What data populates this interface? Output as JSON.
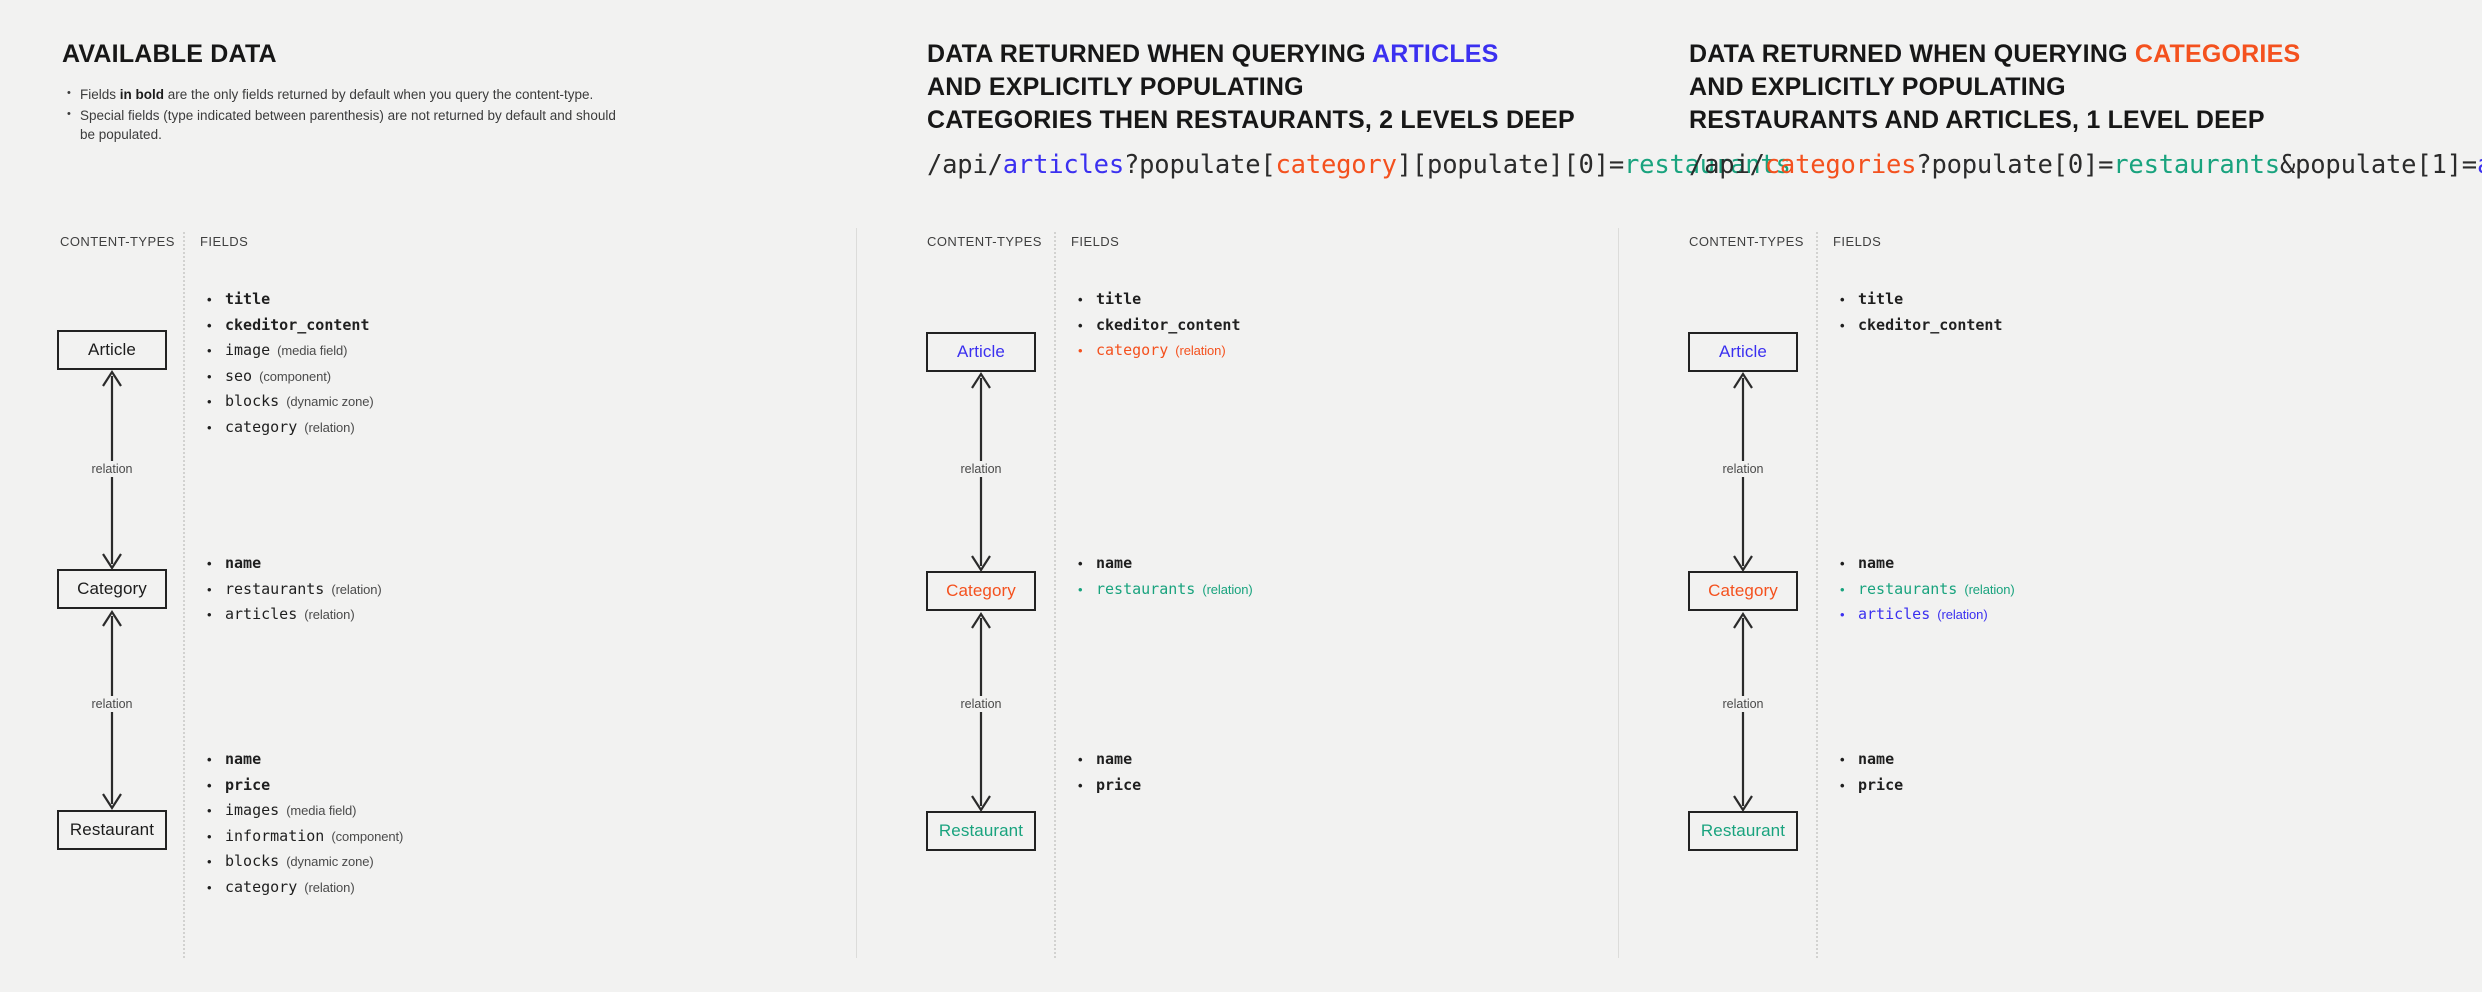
{
  "panels": [
    {
      "heading_lines": [
        "AVAILABLE DATA"
      ],
      "heading_accent": "",
      "notes": [
        {
          "pre": "Fields ",
          "bold": "in bold",
          "post": " are the only fields returned by default when you query the content-type."
        },
        {
          "pre": "Special fields (type indicated between parenthesis) are not returned by default and should be populated.",
          "bold": "",
          "post": ""
        }
      ],
      "col_label_types": "CONTENT-TYPES",
      "col_label_fields": "FIELDS",
      "relation_label_1": "relation",
      "relation_label_2": "relation",
      "boxes": [
        {
          "label": "Article",
          "color": "black"
        },
        {
          "label": "Category",
          "color": "black"
        },
        {
          "label": "Restaurant",
          "color": "black"
        }
      ],
      "field_groups": [
        [
          {
            "name": "title",
            "ann": "",
            "bold": true,
            "color": ""
          },
          {
            "name": "ckeditor_content",
            "ann": "",
            "bold": true,
            "color": ""
          },
          {
            "name": "image",
            "ann": "(media field)",
            "bold": false,
            "color": ""
          },
          {
            "name": "seo",
            "ann": "(component)",
            "bold": false,
            "color": ""
          },
          {
            "name": "blocks",
            "ann": "(dynamic zone)",
            "bold": false,
            "color": ""
          },
          {
            "name": "category",
            "ann": "(relation)",
            "bold": false,
            "color": ""
          }
        ],
        [
          {
            "name": "name",
            "ann": "",
            "bold": true,
            "color": ""
          },
          {
            "name": "restaurants",
            "ann": "(relation)",
            "bold": false,
            "color": ""
          },
          {
            "name": "articles",
            "ann": "(relation)",
            "bold": false,
            "color": ""
          }
        ],
        [
          {
            "name": "name",
            "ann": "",
            "bold": true,
            "color": ""
          },
          {
            "name": "price",
            "ann": "",
            "bold": true,
            "color": ""
          },
          {
            "name": "images",
            "ann": "(media field)",
            "bold": false,
            "color": ""
          },
          {
            "name": "information",
            "ann": "(component)",
            "bold": false,
            "color": ""
          },
          {
            "name": "blocks",
            "ann": "(dynamic zone)",
            "bold": false,
            "color": ""
          },
          {
            "name": "category",
            "ann": "(relation)",
            "bold": false,
            "color": ""
          }
        ]
      ]
    },
    {
      "heading_lines": [
        "DATA RETURNED WHEN QUERYING ",
        "AND EXPLICITLY POPULATING",
        "CATEGORIES THEN RESTAURANTS, 2 LEVELS DEEP"
      ],
      "heading_accent": "ARTICLES",
      "heading_accent_color": "blue",
      "url_parts": [
        {
          "t": "/api/",
          "c": ""
        },
        {
          "t": "articles",
          "c": "blue"
        },
        {
          "t": "?populate[",
          "c": ""
        },
        {
          "t": "category",
          "c": "red"
        },
        {
          "t": "][populate][0]=",
          "c": ""
        },
        {
          "t": "restaurants",
          "c": "green"
        }
      ],
      "col_label_types": "CONTENT-TYPES",
      "col_label_fields": "FIELDS",
      "relation_label_1": "relation",
      "relation_label_2": "relation",
      "boxes": [
        {
          "label": "Article",
          "color": "blue"
        },
        {
          "label": "Category",
          "color": "red"
        },
        {
          "label": "Restaurant",
          "color": "green"
        }
      ],
      "field_groups": [
        [
          {
            "name": "title",
            "ann": "",
            "bold": true,
            "color": ""
          },
          {
            "name": "ckeditor_content",
            "ann": "",
            "bold": true,
            "color": ""
          },
          {
            "name": "category",
            "ann": "(relation)",
            "bold": false,
            "color": "red"
          }
        ],
        [
          {
            "name": "name",
            "ann": "",
            "bold": true,
            "color": ""
          },
          {
            "name": "restaurants",
            "ann": "(relation)",
            "bold": false,
            "color": "green"
          }
        ],
        [
          {
            "name": "name",
            "ann": "",
            "bold": true,
            "color": ""
          },
          {
            "name": "price",
            "ann": "",
            "bold": true,
            "color": ""
          }
        ]
      ]
    },
    {
      "heading_lines": [
        "DATA RETURNED WHEN QUERYING ",
        "AND EXPLICITLY POPULATING",
        "RESTAURANTS AND ARTICLES, 1 LEVEL DEEP"
      ],
      "heading_accent": "CATEGORIES",
      "heading_accent_color": "red",
      "url_parts": [
        {
          "t": "/api/",
          "c": ""
        },
        {
          "t": "categories",
          "c": "red"
        },
        {
          "t": "?populate[0]=",
          "c": ""
        },
        {
          "t": "restaurants",
          "c": "green"
        },
        {
          "t": "&populate[1]=",
          "c": ""
        },
        {
          "t": "articles",
          "c": "blue"
        }
      ],
      "col_label_types": "CONTENT-TYPES",
      "col_label_fields": "FIELDS",
      "relation_label_1": "relation",
      "relation_label_2": "relation",
      "boxes": [
        {
          "label": "Article",
          "color": "blue"
        },
        {
          "label": "Category",
          "color": "red"
        },
        {
          "label": "Restaurant",
          "color": "green"
        }
      ],
      "field_groups": [
        [
          {
            "name": "title",
            "ann": "",
            "bold": true,
            "color": ""
          },
          {
            "name": "ckeditor_content",
            "ann": "",
            "bold": true,
            "color": ""
          }
        ],
        [
          {
            "name": "name",
            "ann": "",
            "bold": true,
            "color": ""
          },
          {
            "name": "restaurants",
            "ann": "(relation)",
            "bold": false,
            "color": "green"
          },
          {
            "name": "articles",
            "ann": "(relation)",
            "bold": false,
            "color": "blue"
          }
        ],
        [
          {
            "name": "name",
            "ann": "",
            "bold": true,
            "color": ""
          },
          {
            "name": "price",
            "ann": "",
            "bold": true,
            "color": ""
          }
        ]
      ]
    }
  ],
  "colors": {
    "background": "#f2f2f1",
    "blue": "#3b30f0",
    "red": "#f4511e",
    "green": "#19a37e",
    "ink": "#1c1c1c"
  }
}
